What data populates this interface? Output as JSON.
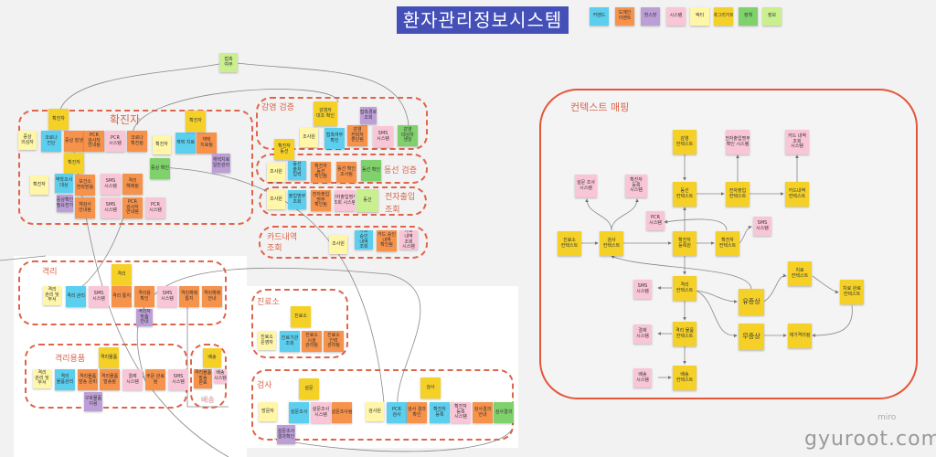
{
  "title": "환자관리정보시스템",
  "colors": {
    "command": "#5ccfee",
    "event": "#f7924a",
    "hotspot": "#bd9fd8",
    "system": "#f9c6d8",
    "actor": "#fff6a8",
    "aggregate": "#f5d128",
    "policy": "#7fd16b",
    "info": "#c9ef8e",
    "frame": "#e0644a",
    "title_bg": "#4450b8"
  },
  "legend": [
    {
      "label": "커맨드",
      "kind": "command"
    },
    {
      "label": "도메인 이벤트",
      "kind": "event"
    },
    {
      "label": "핫스팟",
      "kind": "hotspot"
    },
    {
      "label": "시스템",
      "kind": "system"
    },
    {
      "label": "액터",
      "kind": "actor"
    },
    {
      "label": "애그리거트",
      "kind": "aggregate"
    },
    {
      "label": "정책",
      "kind": "policy"
    },
    {
      "label": "정보",
      "kind": "info"
    }
  ],
  "frames": {
    "confirmed": "확진자",
    "infection": "감염 검증",
    "route": "동선 검증",
    "entry": "전자출입 조회",
    "card": "카드내역 조회",
    "quarantine": "격리",
    "supplies": "격리용품",
    "delivery": "배송",
    "delivery_sub": "배송",
    "clinic": "진료소",
    "test": "검사",
    "context": "컨텍스트 매핑"
  },
  "notes": [
    {
      "t": "확진자",
      "k": "aggregate"
    },
    {
      "t": "증상 의심자",
      "k": "actor"
    },
    {
      "t": "코로나 진단",
      "k": "command"
    },
    {
      "t": "증상 발생",
      "k": "event"
    },
    {
      "t": "PCR 검사자 안내됨",
      "k": "event"
    },
    {
      "t": "PCR 시스템",
      "k": "system"
    },
    {
      "t": "코로나 확진됨",
      "k": "event"
    },
    {
      "t": "확진자",
      "k": "actor"
    },
    {
      "t": "재택 치료",
      "k": "command"
    },
    {
      "t": "재택 치료됨",
      "k": "event"
    },
    {
      "t": "확진자",
      "k": "aggregate"
    },
    {
      "t": "재택치료 일반관리",
      "k": "hotspot"
    },
    {
      "t": "확진자",
      "k": "aggregate"
    },
    {
      "t": "증상 확인",
      "k": "policy"
    },
    {
      "t": "확진자",
      "k": "actor"
    },
    {
      "t": "역학조사 대상",
      "k": "command"
    },
    {
      "t": "보건소 연락받음",
      "k": "event"
    },
    {
      "t": "증상확인 필요한가",
      "k": "hotspot"
    },
    {
      "t": "SMS 시스템",
      "k": "system"
    },
    {
      "t": "격리 해제됨",
      "k": "event"
    },
    {
      "t": "재검사 안내됨",
      "k": "event"
    },
    {
      "t": "SMS 시스템",
      "k": "system"
    },
    {
      "t": "PCR 검사자 안내됨",
      "k": "event"
    },
    {
      "t": "PCR 시스템",
      "k": "system"
    },
    {
      "t": "접촉 여부",
      "k": "info"
    },
    {
      "t": "감염자 대조 확인",
      "k": "aggregate"
    },
    {
      "t": "조사원",
      "k": "actor"
    },
    {
      "t": "접촉여부 확인",
      "k": "command"
    },
    {
      "t": "감염 전파자 판단됨",
      "k": "event"
    },
    {
      "t": "접촉경로 조회",
      "k": "hotspot"
    },
    {
      "t": "SMS 시스템",
      "k": "system"
    },
    {
      "t": "감염 대상자 생성",
      "k": "policy"
    },
    {
      "t": "확진자 동선",
      "k": "aggregate"
    },
    {
      "t": "조사원",
      "k": "actor"
    },
    {
      "t": "동선 출처 입력",
      "k": "command"
    },
    {
      "t": "확진자 동선 확인됨",
      "k": "event"
    },
    {
      "t": "동선 확인 조사됨",
      "k": "event"
    },
    {
      "t": "동선 확인",
      "k": "policy"
    },
    {
      "t": "조사원",
      "k": "actor"
    },
    {
      "t": "출입명부 조회",
      "k": "command"
    },
    {
      "t": "전자출입 명부 확인됨",
      "k": "event"
    },
    {
      "t": "전자출입명부 조회 시스템",
      "k": "system"
    },
    {
      "t": "동선",
      "k": "info"
    },
    {
      "t": "조사원",
      "k": "actor"
    },
    {
      "t": "카드 승인 내역 조회",
      "k": "command"
    },
    {
      "t": "카드 승인 내역 확인됨",
      "k": "event"
    },
    {
      "t": "카드 내역 조회 시스템",
      "k": "system"
    },
    {
      "t": "격리",
      "k": "aggregate"
    },
    {
      "t": "격리 관리 및 부서",
      "k": "actor"
    },
    {
      "t": "격리 관리",
      "k": "command"
    },
    {
      "t": "SMS 시스템",
      "k": "system"
    },
    {
      "t": "격리 통지",
      "k": "event"
    },
    {
      "t": "격리용 확인",
      "k": "event"
    },
    {
      "t": "격리자 맞춤 안내",
      "k": "hotspot"
    },
    {
      "t": "SMS 시스템",
      "k": "system"
    },
    {
      "t": "격리해제 통지",
      "k": "event"
    },
    {
      "t": "격리해제 안내",
      "k": "event"
    },
    {
      "t": "격리물품",
      "k": "aggregate"
    },
    {
      "t": "격리 관리 및 부서",
      "k": "actor"
    },
    {
      "t": "격리 물품관리",
      "k": "command"
    },
    {
      "t": "격리물품 발송 준비",
      "k": "event"
    },
    {
      "t": "격리물품 발송됨",
      "k": "event"
    },
    {
      "t": "결제 시스템",
      "k": "system"
    },
    {
      "t": "주문 완료 됨",
      "k": "event"
    },
    {
      "t": "SMS 시스템",
      "k": "system"
    },
    {
      "t": "구호물품 이용",
      "k": "hotspot"
    },
    {
      "t": "배송",
      "k": "aggregate"
    },
    {
      "t": "격리물품 발송 완료",
      "k": "event"
    },
    {
      "t": "배송 시스템",
      "k": "system"
    },
    {
      "t": "진료소",
      "k": "aggregate"
    },
    {
      "t": "진료소 운영자",
      "k": "actor"
    },
    {
      "t": "진료기관 조회",
      "k": "command"
    },
    {
      "t": "진료소 시설 관리됨",
      "k": "event"
    },
    {
      "t": "진료소 인력 관리됨",
      "k": "event"
    },
    {
      "t": "설문",
      "k": "aggregate"
    },
    {
      "t": "방문자",
      "k": "actor"
    },
    {
      "t": "설문조사",
      "k": "command"
    },
    {
      "t": "설문조사 시스템",
      "k": "system"
    },
    {
      "t": "설문조사됨",
      "k": "event"
    },
    {
      "t": "설문조사 결과확인",
      "k": "hotspot"
    },
    {
      "t": "검사원",
      "k": "actor"
    },
    {
      "t": "검사",
      "k": "aggregate"
    },
    {
      "t": "PCR 검사",
      "k": "command"
    },
    {
      "t": "검사 결과 확인",
      "k": "event"
    },
    {
      "t": "확진자 등록",
      "k": "command"
    },
    {
      "t": "확진자 등록 시스템",
      "k": "system"
    },
    {
      "t": "검사결과 안내",
      "k": "event"
    },
    {
      "t": "검사결과",
      "k": "policy"
    },
    {
      "t": "감염 컨텍스트",
      "k": "aggregate"
    },
    {
      "t": "전자출입명부 확인 시스템",
      "k": "system"
    },
    {
      "t": "카드 내역 조회 시스템",
      "k": "system"
    },
    {
      "t": "설문 조사 시스템",
      "k": "system"
    },
    {
      "t": "확진자 등록 시스템",
      "k": "system"
    },
    {
      "t": "동선 컨텍스트",
      "k": "aggregate"
    },
    {
      "t": "전자출입 컨텍스트",
      "k": "aggregate"
    },
    {
      "t": "카드내역 컨텍스트",
      "k": "aggregate"
    },
    {
      "t": "PCR 시스템",
      "k": "system"
    },
    {
      "t": "SMS 시스템",
      "k": "system"
    },
    {
      "t": "진료소 컨텍스트",
      "k": "aggregate"
    },
    {
      "t": "검사 컨텍스트",
      "k": "aggregate"
    },
    {
      "t": "확진자 등록원",
      "k": "aggregate"
    },
    {
      "t": "확진자 컨텍스트",
      "k": "aggregate"
    },
    {
      "t": "SMS 시스템",
      "k": "system"
    },
    {
      "t": "격리 컨텍스트",
      "k": "aggregate"
    },
    {
      "t": "유증상",
      "k": "aggregate"
    },
    {
      "t": "치료 컨텍스트",
      "k": "aggregate"
    },
    {
      "t": "치료 완료 컨텍스트",
      "k": "aggregate"
    },
    {
      "t": "결제 시스템",
      "k": "system"
    },
    {
      "t": "격리 물품 컨텍스트",
      "k": "aggregate"
    },
    {
      "t": "무증상",
      "k": "aggregate"
    },
    {
      "t": "재가격리됨",
      "k": "aggregate"
    },
    {
      "t": "배송 시스템",
      "k": "system"
    },
    {
      "t": "배송 컨텍스트",
      "k": "aggregate"
    }
  ],
  "watermark": "gyuroot.com",
  "miro": "miro"
}
